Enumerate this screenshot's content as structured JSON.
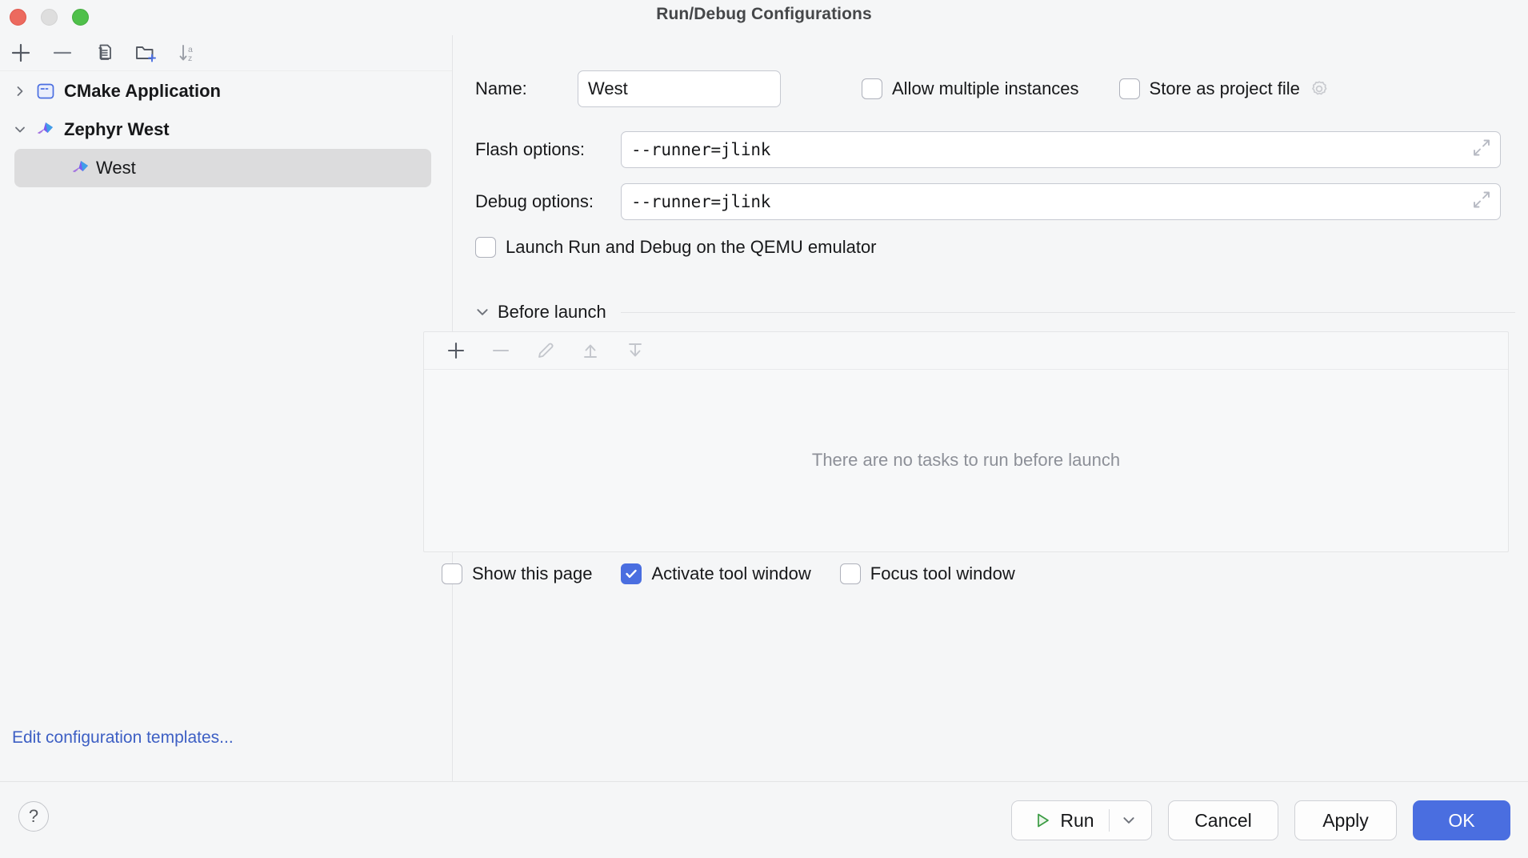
{
  "window": {
    "title": "Run/Debug Configurations",
    "controls": [
      "close",
      "minimize",
      "zoom"
    ]
  },
  "sidebar": {
    "toolbar": [
      {
        "name": "add-configuration",
        "icon": "plus-icon"
      },
      {
        "name": "remove-configuration",
        "icon": "minus-icon"
      },
      {
        "name": "copy-configuration",
        "icon": "copy-icon"
      },
      {
        "name": "new-folder",
        "icon": "folder-add-icon"
      },
      {
        "name": "sort-configurations",
        "icon": "sort-az-icon"
      }
    ],
    "tree": [
      {
        "label": "CMake Application",
        "icon": "cmake-application-icon",
        "expanded": false,
        "chevron": "chevron-right-icon",
        "selected": false,
        "children": []
      },
      {
        "label": "Zephyr West",
        "icon": "zephyr-west-icon",
        "expanded": true,
        "chevron": "chevron-down-icon",
        "selected": false,
        "children": [
          {
            "label": "West",
            "icon": "zephyr-west-icon",
            "selected": true
          }
        ]
      }
    ],
    "edit_templates_link": "Edit configuration templates..."
  },
  "form": {
    "name_label": "Name:",
    "name_value": "West",
    "name_placeholder": "",
    "allow_multiple_instances": {
      "label": "Allow multiple instances",
      "checked": false
    },
    "store_as_project_file": {
      "label": "Store as project file",
      "checked": false,
      "gear_icon": "gear-icon"
    },
    "flash_options_label": "Flash options:",
    "flash_options_value": "--runner=jlink",
    "debug_options_label": "Debug options:",
    "debug_options_value": "--runner=jlink",
    "expand_icon": "expand-diagonal-icon",
    "launch_qemu": {
      "label": "Launch Run and Debug on the QEMU emulator",
      "checked": false
    }
  },
  "before_launch": {
    "title": "Before launch",
    "collapse_icon": "chevron-down-icon",
    "toolbar": [
      {
        "name": "add-task",
        "icon": "plus-icon",
        "enabled": true
      },
      {
        "name": "remove-task",
        "icon": "minus-icon",
        "enabled": false
      },
      {
        "name": "edit-task",
        "icon": "pencil-icon",
        "enabled": false
      },
      {
        "name": "move-task-up",
        "icon": "arrow-up-icon",
        "enabled": false
      },
      {
        "name": "move-task-down",
        "icon": "arrow-down-icon",
        "enabled": false
      }
    ],
    "empty_text": "There are no tasks to run before launch",
    "options": [
      {
        "label": "Show this page",
        "checked": false
      },
      {
        "label": "Activate tool window",
        "checked": true
      },
      {
        "label": "Focus tool window",
        "checked": false
      }
    ]
  },
  "footer": {
    "help_label": "?",
    "run_label": "Run",
    "run_icon": "play-icon",
    "run_dropdown_icon": "chevron-down-icon",
    "cancel_label": "Cancel",
    "apply_label": "Apply",
    "ok_label": "OK"
  },
  "colors": {
    "accent": "#4a6ee0",
    "link": "#3d5fc4",
    "background": "#f5f6f7",
    "field_background": "#ffffff",
    "border": "#c6c9d1",
    "muted_text": "#8d9098",
    "close_button": "#ec6a5f",
    "minimize_button": "#dedede",
    "zoom_button": "#4fc04a",
    "run_play": "#3a9b42"
  }
}
